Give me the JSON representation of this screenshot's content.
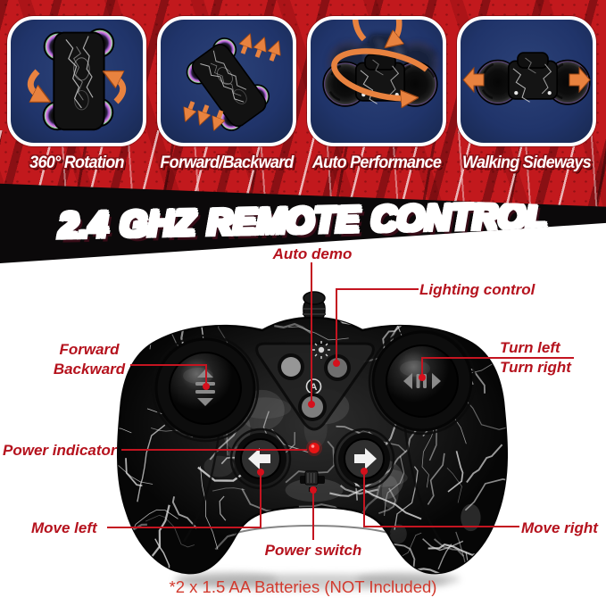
{
  "modes": [
    {
      "label": "360° Rotation"
    },
    {
      "label": "Forward/Backward"
    },
    {
      "label": "Auto Performance"
    },
    {
      "label": "Walking Sideways"
    }
  ],
  "title": {
    "words": [
      "2.4",
      "GHZ",
      "REMOTE",
      "CONTROL"
    ]
  },
  "callouts": {
    "auto_demo": "Auto demo",
    "lighting_control": "Lighting control",
    "forward": "Forward",
    "backward": "Backward",
    "turn_left": "Turn left",
    "turn_right": "Turn right",
    "power_indicator": "Power indicator",
    "move_left": "Move left",
    "move_right": "Move right",
    "power_switch": "Power switch"
  },
  "footnote": "*2 x 1.5 AA Batteries (NOT Included)",
  "controller": {
    "auto_button_letter": "A"
  },
  "colors": {
    "background_red": "#c2191d",
    "stripe_dark_red": "#8e1013",
    "panel_blue": "#20346a",
    "panel_border": "#ffffff",
    "arrow_orange": "#e8823f",
    "callout_red": "#b5121d",
    "line_red": "#c41420",
    "footnote_red": "#d23a2e",
    "led_red": "#e41313",
    "band_black": "#0b090a"
  }
}
